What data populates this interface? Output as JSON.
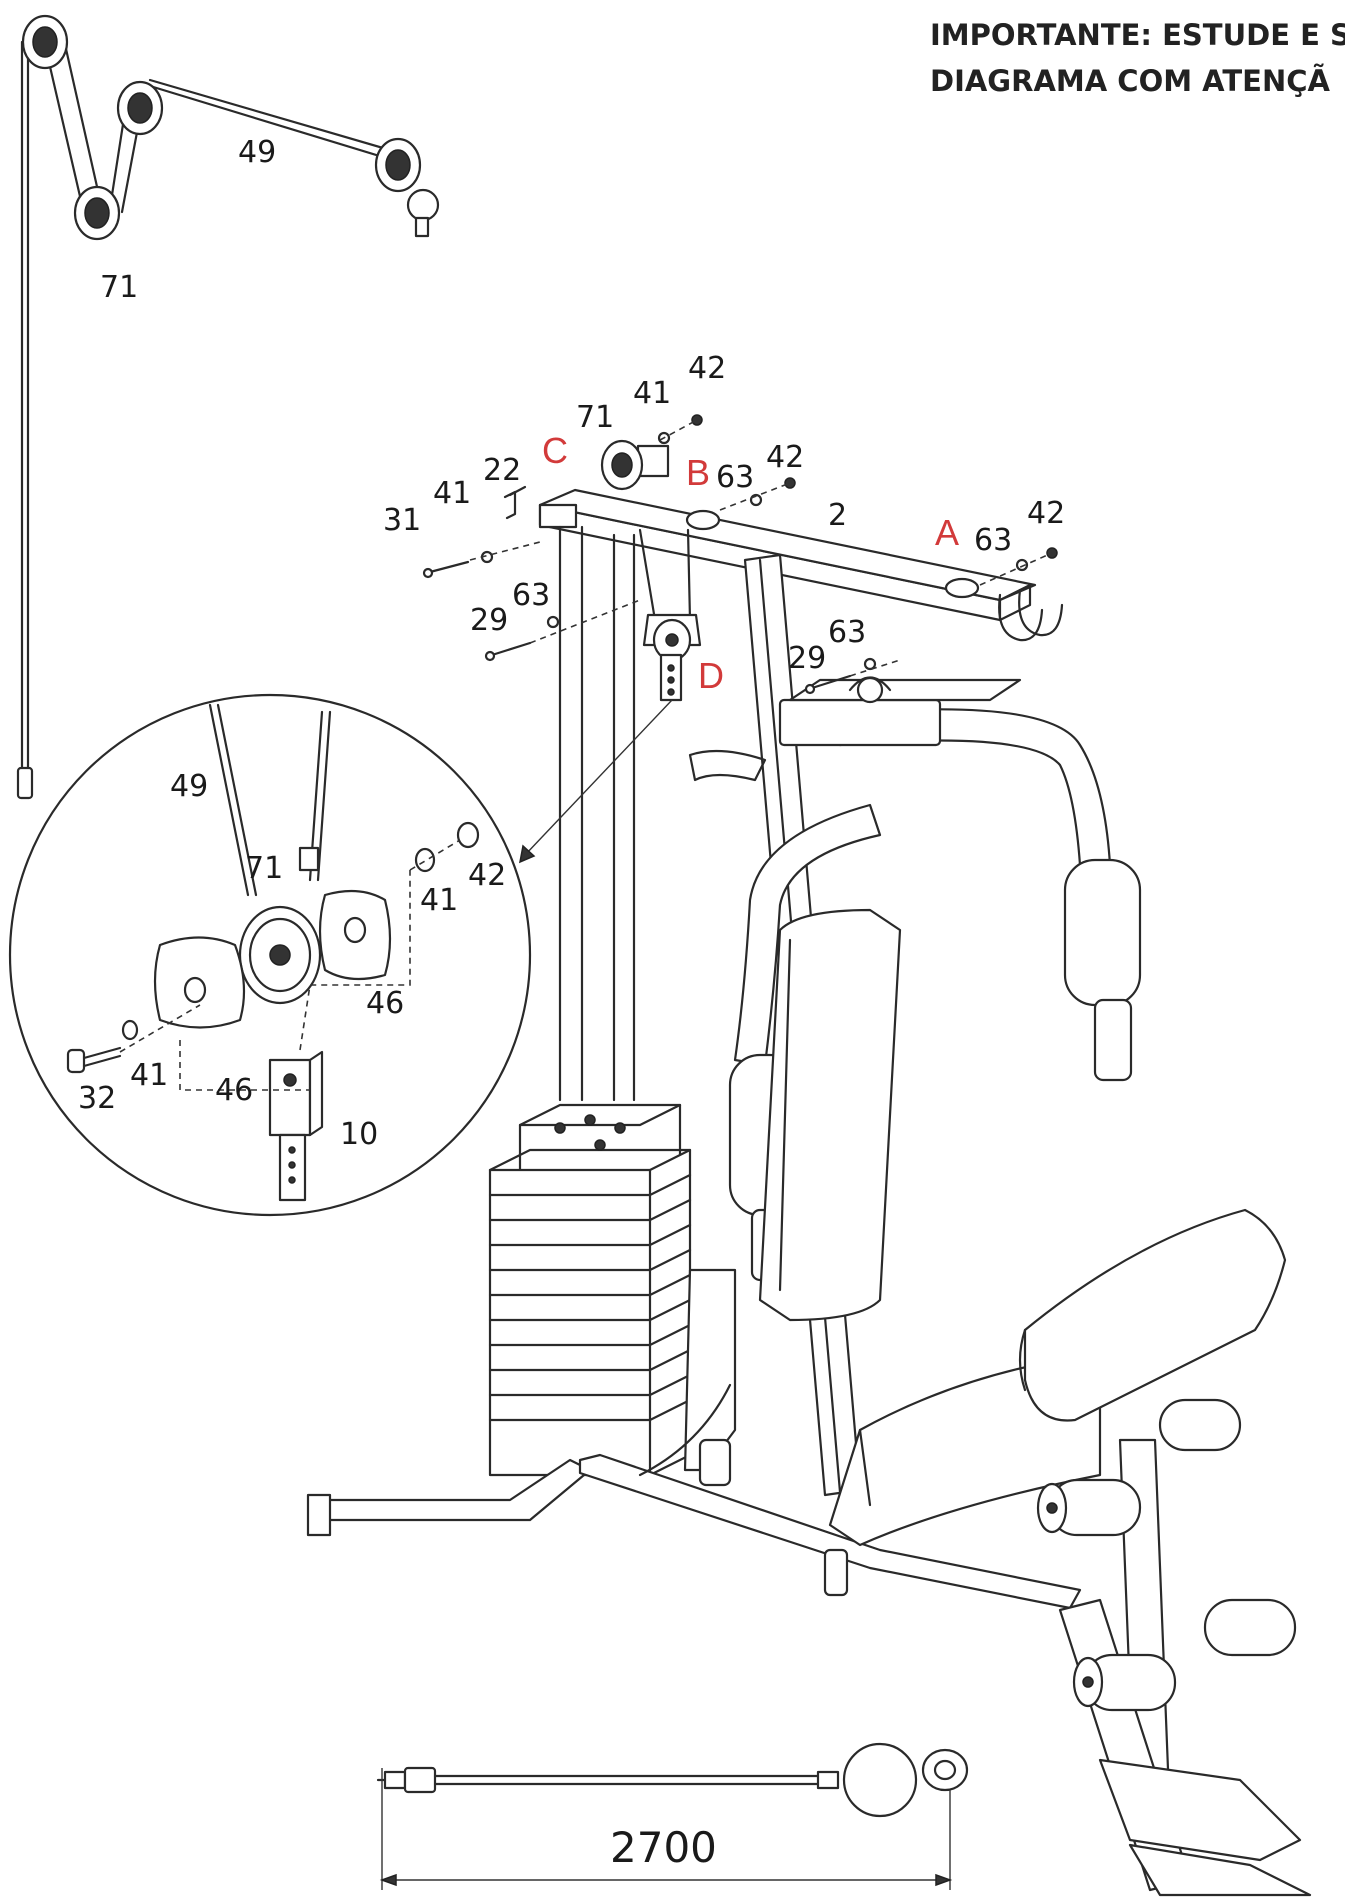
{
  "note": {
    "line1": "IMPORTANTE: ESTUDE E S",
    "line2": "DIAGRAMA COM ATENÇÃ"
  },
  "callouts": {
    "top_cable": "49",
    "top_pulley": "71",
    "c31": "31",
    "c41a": "41",
    "c22": "22",
    "letter_c": "C",
    "c71": "71",
    "c41b": "41",
    "c42a": "42",
    "letter_b": "B",
    "c63a": "63",
    "c42b": "42",
    "c2": "2",
    "letter_a": "A",
    "c63b": "63",
    "c42c": "42",
    "c29a": "29",
    "c63c": "63",
    "c29b": "29",
    "c63d": "63",
    "letter_d": "D",
    "d49": "49",
    "d71": "71",
    "d41a": "41",
    "d42": "42",
    "d46a": "46",
    "d41b": "41",
    "d32": "32",
    "d46b": "46",
    "d10": "10"
  },
  "dimension": {
    "length": "2700"
  }
}
